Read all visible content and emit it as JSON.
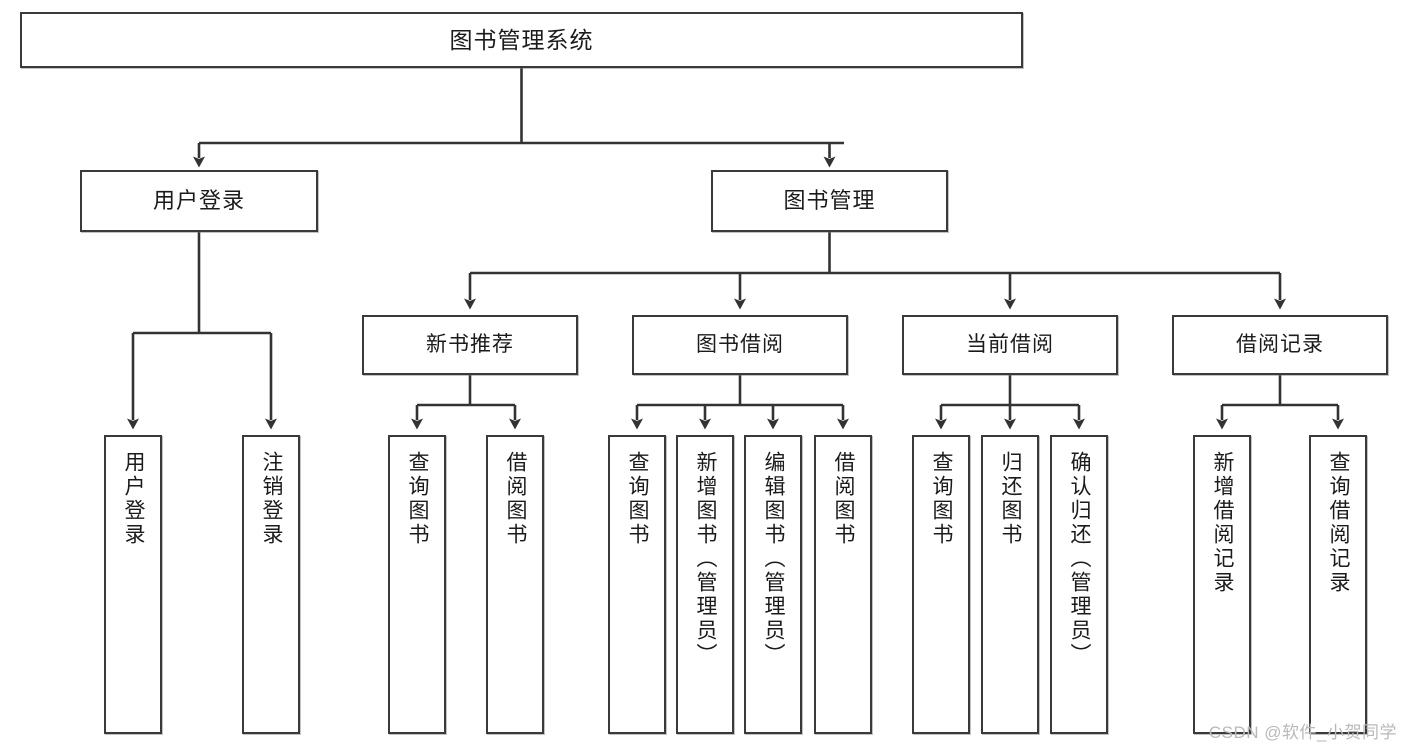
{
  "title": "图书管理系统",
  "watermark": "CSDN @软件_小贺同学",
  "colors": {
    "box_border": "#3a3a3a",
    "box_fill": "#ffffff",
    "connector": "#333333",
    "text": "#1b1b1b",
    "watermark": "#b9b9b9"
  },
  "chart_data": {
    "type": "diagram",
    "diagram_kind": "function-structure-tree",
    "title": "图书管理系统",
    "orientation": "top-down",
    "levels": 4,
    "nodes": [
      {
        "id": "root",
        "label": "图书管理系统",
        "level": 1,
        "parent": null
      },
      {
        "id": "n2_1",
        "label": "用户登录",
        "level": 2,
        "parent": "root"
      },
      {
        "id": "n2_2",
        "label": "图书管理",
        "level": 2,
        "parent": "root"
      },
      {
        "id": "n3_1",
        "label": "新书推荐",
        "level": 3,
        "parent": "n2_2"
      },
      {
        "id": "n3_2",
        "label": "图书借阅",
        "level": 3,
        "parent": "n2_2"
      },
      {
        "id": "n3_3",
        "label": "当前借阅",
        "level": 3,
        "parent": "n2_2"
      },
      {
        "id": "n3_4",
        "label": "借阅记录",
        "level": 3,
        "parent": "n2_2"
      },
      {
        "id": "l1",
        "label": "用户登录",
        "level": 4,
        "parent": "n2_1"
      },
      {
        "id": "l2",
        "label": "注销登录",
        "level": 4,
        "parent": "n2_1"
      },
      {
        "id": "l3",
        "label": "查询图书",
        "level": 4,
        "parent": "n3_1"
      },
      {
        "id": "l4",
        "label": "借阅图书",
        "level": 4,
        "parent": "n3_1"
      },
      {
        "id": "l5",
        "label": "查询图书",
        "level": 4,
        "parent": "n3_2"
      },
      {
        "id": "l6",
        "label": "新增图书（管理员）",
        "level": 4,
        "parent": "n3_2"
      },
      {
        "id": "l7",
        "label": "编辑图书（管理员）",
        "level": 4,
        "parent": "n3_2"
      },
      {
        "id": "l8",
        "label": "借阅图书",
        "level": 4,
        "parent": "n3_2"
      },
      {
        "id": "l9",
        "label": "查询图书",
        "level": 4,
        "parent": "n3_3"
      },
      {
        "id": "l10",
        "label": "归还图书",
        "level": 4,
        "parent": "n3_3"
      },
      {
        "id": "l11",
        "label": "确认归还（管理员）",
        "level": 4,
        "parent": "n3_3"
      },
      {
        "id": "l12",
        "label": "新增借阅记录",
        "level": 4,
        "parent": "n3_4"
      },
      {
        "id": "l13",
        "label": "查询借阅记录",
        "level": 4,
        "parent": "n3_4"
      }
    ]
  },
  "nodes": {
    "root": {
      "label": "图书管理系统"
    },
    "n2_1": {
      "label": "用户登录"
    },
    "n2_2": {
      "label": "图书管理"
    },
    "n3_1": {
      "label": "新书推荐"
    },
    "n3_2": {
      "label": "图书借阅"
    },
    "n3_3": {
      "label": "当前借阅"
    },
    "n3_4": {
      "label": "借阅记录"
    },
    "l1": {
      "label": "用户登录"
    },
    "l2": {
      "label": "注销登录"
    },
    "l3": {
      "label": "查询图书"
    },
    "l4": {
      "label": "借阅图书"
    },
    "l5": {
      "label": "查询图书"
    },
    "l6": {
      "label": "新增图书（管理员）"
    },
    "l7": {
      "label": "编辑图书（管理员）"
    },
    "l8": {
      "label": "借阅图书"
    },
    "l9": {
      "label": "查询图书"
    },
    "l10": {
      "label": "归还图书"
    },
    "l11": {
      "label": "确认归还（管理员）"
    },
    "l12": {
      "label": "新增借阅记录"
    },
    "l13": {
      "label": "查询借阅记录"
    }
  }
}
